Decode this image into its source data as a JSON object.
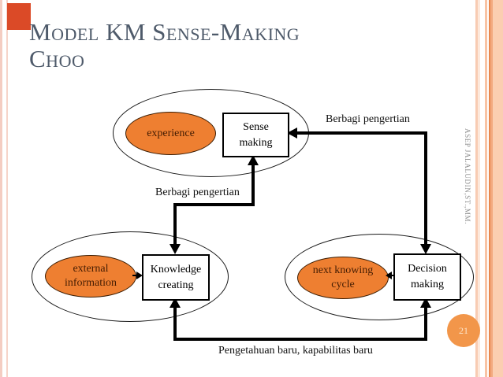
{
  "slide": {
    "title": {
      "line1": "Model KM Sense-Making",
      "line2": "Choo"
    },
    "page_number": "21",
    "author_sidebar": "ASEP JALALUDIN,ST.,MM."
  },
  "diagram": {
    "sense_loop": {
      "input": {
        "line1": "experience"
      },
      "process": {
        "line1": "Sense",
        "line2": "making"
      }
    },
    "knowledge_loop": {
      "input": {
        "line1": "external",
        "line2": "information"
      },
      "process": {
        "line1": "Knowledge",
        "line2": "creating"
      }
    },
    "decision_loop": {
      "output": {
        "line1": "next knowing",
        "line2": "cycle"
      },
      "process": {
        "line1": "Decision",
        "line2": "making"
      }
    },
    "labels": {
      "shared_understanding_top": "Berbagi pengertian",
      "shared_understanding_mid": "Berbagi pengertian",
      "new_knowledge_bottom": "Pengetahuan baru, kapabilitas baru"
    }
  },
  "colors": {
    "accent_orange": "#EE7F31",
    "page_circle_orange": "#F2964A",
    "corner_square_red": "#DB4A27",
    "title_text": "#4E5A6A",
    "ellipse_text": "#451D03",
    "stripe_peach_light": "#FBCEB1",
    "stripe_peach_dark": "#E8884F",
    "left_edge_pink": "#F4CDC2",
    "author_text_gray": "#8E8E8E",
    "connector_black": "#000000"
  }
}
